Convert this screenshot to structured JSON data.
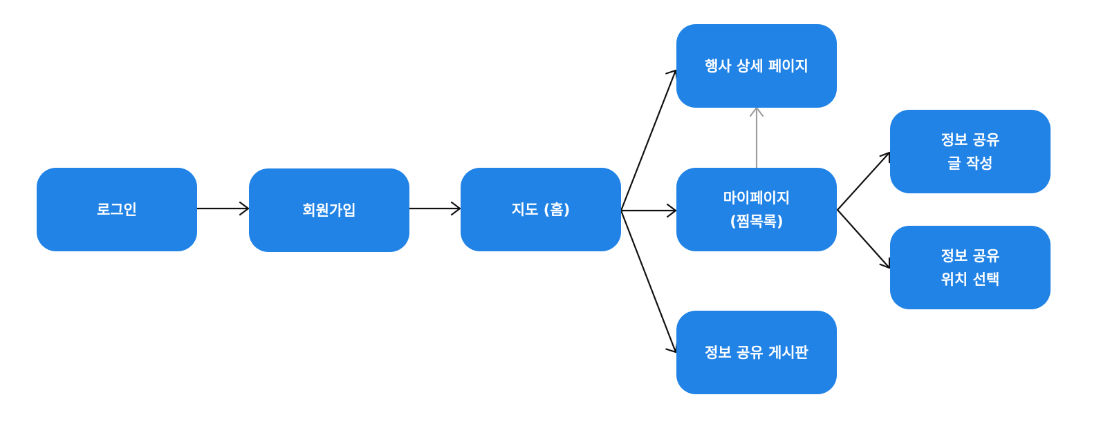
{
  "colors": {
    "node_fill": "#2183e6",
    "node_text": "#ffffff",
    "edge": "#111111",
    "edge_secondary": "#9e9e9e",
    "background": "#ffffff"
  },
  "nodes": {
    "login": "로그인",
    "signup": "회원가입",
    "map_home": "지도 (홈)",
    "event_detail": "행사 상세 페이지",
    "mypage": "마이페이지\n(찜목록)",
    "info_board": "정보 공유 게시판",
    "info_write": "정보 공유\n글 작성",
    "info_location": "정보 공유\n위치 선택"
  },
  "edges": [
    {
      "from": "login",
      "to": "signup",
      "style": "solid-black"
    },
    {
      "from": "signup",
      "to": "map_home",
      "style": "solid-black"
    },
    {
      "from": "map_home",
      "to": "event_detail",
      "style": "solid-black"
    },
    {
      "from": "map_home",
      "to": "mypage",
      "style": "solid-black"
    },
    {
      "from": "map_home",
      "to": "info_board",
      "style": "solid-black"
    },
    {
      "from": "mypage",
      "to": "event_detail",
      "style": "solid-gray"
    },
    {
      "from": "mypage",
      "to": "info_write",
      "style": "solid-black"
    },
    {
      "from": "mypage",
      "to": "info_location",
      "style": "solid-black"
    }
  ]
}
